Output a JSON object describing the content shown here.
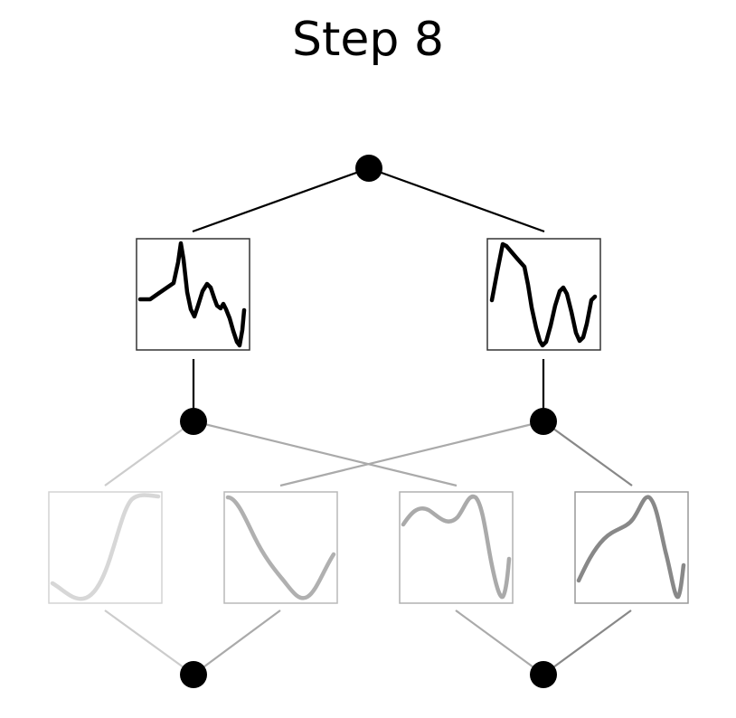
{
  "title": "Step 8",
  "colors": {
    "background": "#ffffff",
    "node": "#000000",
    "layer1_edge": "#000000",
    "box_border_layer1": "#444444"
  },
  "network": {
    "layers": [
      {
        "name": "input",
        "nodes": 1
      },
      {
        "name": "hidden",
        "nodes": 2
      },
      {
        "name": "output",
        "nodes": 2
      }
    ],
    "layer1_activations": [
      {
        "id": "act-1-1",
        "shape": "flat-then-spike-damped-oscillation",
        "color": "#000000",
        "opacity": 1.0
      },
      {
        "id": "act-1-2",
        "shape": "peak-then-oscillation",
        "color": "#000000",
        "opacity": 1.0
      }
    ],
    "layer2_activations": [
      {
        "id": "act-2-1",
        "shape": "sigmoid-rise",
        "color": "#d6d6d6",
        "opacity": 0.35
      },
      {
        "id": "act-2-2",
        "shape": "valley",
        "color": "#b3b3b3",
        "opacity": 0.5
      },
      {
        "id": "act-2-3",
        "shape": "wavy-then-drop",
        "color": "#aaaaaa",
        "opacity": 0.55
      },
      {
        "id": "act-2-4",
        "shape": "rise-then-drop",
        "color": "#888888",
        "opacity": 0.7
      }
    ]
  }
}
